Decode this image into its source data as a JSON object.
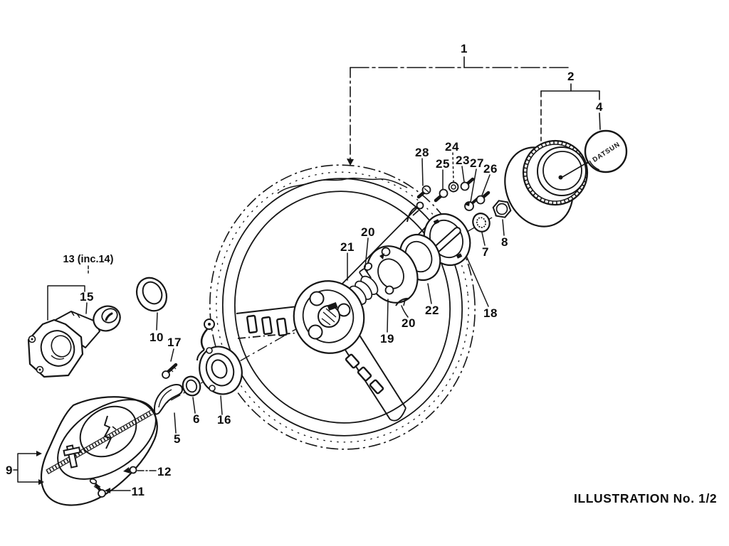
{
  "document": {
    "type": "exploded-parts-illustration",
    "footer": {
      "text": "ILLUSTRATION No. 1/2"
    },
    "emblem": {
      "text": "DATSUN"
    },
    "colors": {
      "ink": "#161616",
      "paper": "#ffffff"
    }
  },
  "labels": {
    "l1": "1",
    "l2": "2",
    "l4": "4",
    "l5": "5",
    "l6": "6",
    "l7": "7",
    "l8": "8",
    "l9": "9",
    "l10": "10",
    "l11": "11",
    "l12": "12",
    "l13": "13 (inc.14)",
    "l15": "15",
    "l16": "16",
    "l17": "17",
    "l18": "18",
    "l19": "19",
    "l20": "20",
    "l21": "21",
    "l22": "22",
    "l23": "23",
    "l24": "24",
    "l25": "25",
    "l26": "26",
    "l27": "27",
    "l28": "28"
  }
}
